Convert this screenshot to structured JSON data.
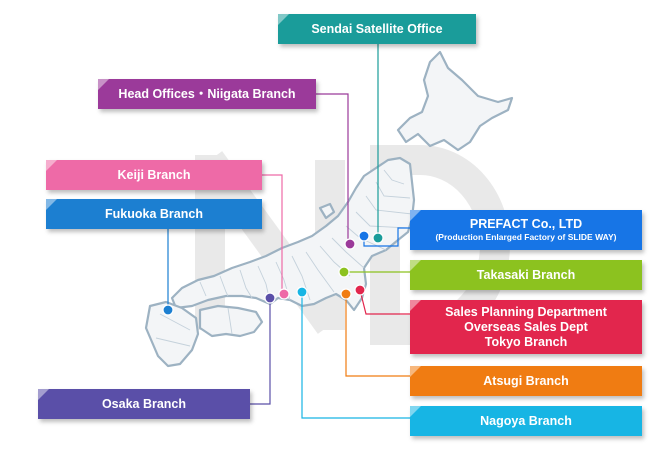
{
  "offices": [
    {
      "id": "sendai",
      "label": "Sendai Satellite Office",
      "color": "#1a9c9a"
    },
    {
      "id": "head",
      "label": "Head Offices・Niigata Branch",
      "color": "#9b3a9a"
    },
    {
      "id": "keiji",
      "label": "Keiji Branch",
      "color": "#ee6aa7"
    },
    {
      "id": "fukuoka",
      "label": "Fukuoka Branch",
      "color": "#1c7fd1"
    },
    {
      "id": "prefact",
      "label": "PREFACT Co., LTD",
      "sublabel": "(Production Enlarged Factory of SLIDE WAY)",
      "color": "#1775e6"
    },
    {
      "id": "takasaki",
      "label": "Takasaki Branch",
      "color": "#8cc21f"
    },
    {
      "id": "tokyo",
      "lines": [
        "Sales Planning Department",
        "Overseas Sales Dept",
        "Tokyo Branch"
      ],
      "color": "#e2264d"
    },
    {
      "id": "atsugi",
      "label": "Atsugi Branch",
      "color": "#f07c12"
    },
    {
      "id": "nagoya",
      "label": "Nagoya Branch",
      "color": "#17b5e4"
    },
    {
      "id": "osaka",
      "label": "Osaka Branch",
      "color": "#5a4fa8"
    }
  ],
  "colors": {
    "land": "#f3f5f7",
    "coast": "#9db2c2",
    "watermark": "#e9e9e9"
  }
}
